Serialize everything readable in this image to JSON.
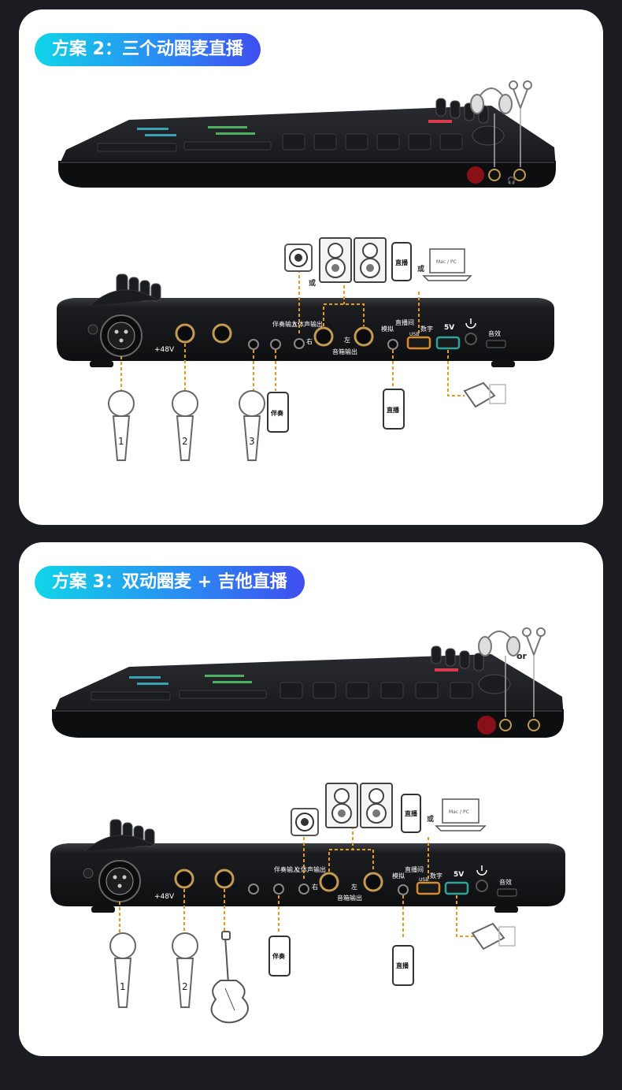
{
  "section1": {
    "title": "方案 2：三个动圈麦直播",
    "mic_numbers": [
      "1",
      "2",
      "3"
    ],
    "labels": {
      "or_top": "或",
      "or_right": "或",
      "phantom": "+48V",
      "accomp_in": "伴奏输入",
      "stereo_out": "立体声输出",
      "right": "右",
      "left": "左",
      "speaker_out": "音箱输出",
      "analog": "模拟",
      "live_room": "直播间",
      "digital": "数字",
      "usb": "USB",
      "five_v": "5V",
      "effect": "音效",
      "accomp_phone": "伴奏",
      "live_phone": "直播",
      "live_phone_top": "直播",
      "mac_pc": "Mac / PC"
    }
  },
  "section2": {
    "title": "方案 3：双动圈麦 + 吉他直播",
    "mic_numbers": [
      "1",
      "2"
    ],
    "labels": {
      "or_top": "or",
      "or_right": "或",
      "phantom": "+48V",
      "accomp_in": "伴奏输入",
      "stereo_out": "立体声输出",
      "right": "右",
      "left": "左",
      "speaker_out": "音箱输出",
      "analog": "模拟",
      "live_room": "直播间",
      "digital": "数字",
      "usb": "USB",
      "five_v": "5V",
      "effect": "音效",
      "accomp_phone": "伴奏",
      "live_phone": "直播",
      "live_phone_top": "直播",
      "mac_pc": "Mac / PC"
    }
  },
  "colors": {
    "background": "#1b1c21",
    "card": "#ffffff",
    "pill_start": "#10d5e8",
    "pill_end": "#3f4ef0",
    "cable": "#e89a1a",
    "usb_orange": "#d98c2b",
    "usb_teal": "#2ea39a"
  },
  "icons": [
    "headphones-icon",
    "earphones-icon",
    "speaker-icon",
    "studio-monitor-icon",
    "phone-icon",
    "laptop-icon",
    "microphone-icon",
    "guitar-icon",
    "power-plug-icon",
    "power-button-icon"
  ]
}
